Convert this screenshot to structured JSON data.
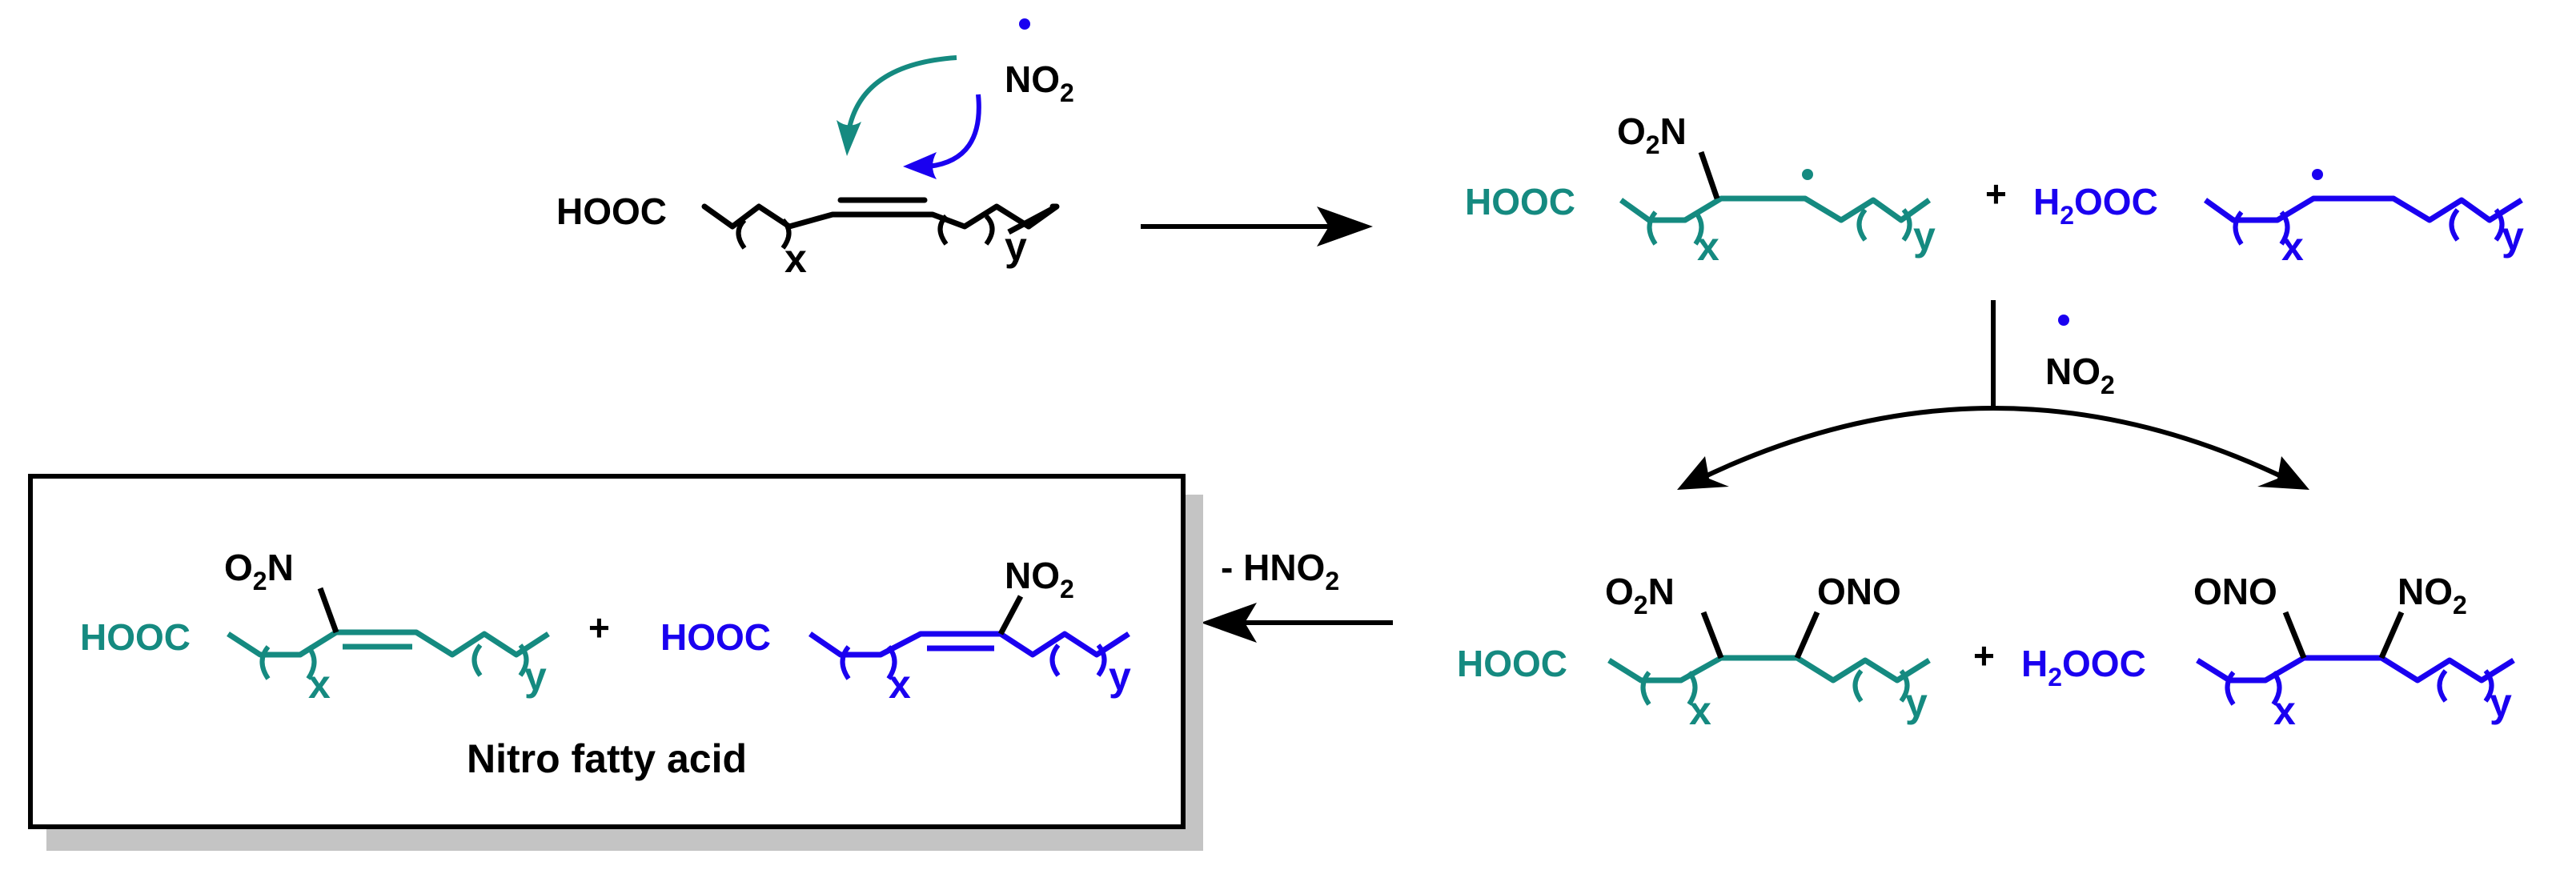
{
  "colors": {
    "black": "#000000",
    "teal": "#158a80",
    "blue": "#1a00f0",
    "shadow": "#c4c4c4"
  },
  "reagent_radical": {
    "main": "NO",
    "sub": "2"
  },
  "start_material": {
    "acid": "HOOC",
    "x": "x",
    "y": "y"
  },
  "radical_teal": {
    "acid": "HOOC",
    "nitro_main": "O",
    "nitro_sub": "2",
    "nitro_tail": "N",
    "x": "x",
    "y": "y"
  },
  "plus": "+",
  "radical_blue": {
    "acid_h": "H",
    "acid_sub": "2",
    "acid_tail": "OOC",
    "x": "x",
    "y": "y"
  },
  "second_radical": {
    "main": "NO",
    "sub": "2"
  },
  "intermediate_teal": {
    "acid": "HOOC",
    "nitro_main": "O",
    "nitro_sub": "2",
    "nitro_tail": "N",
    "nitrite": "ONO",
    "x": "x",
    "y": "y"
  },
  "intermediate_blue": {
    "acid_h": "H",
    "acid_sub": "2",
    "acid_tail": "OOC",
    "nitrite": "ONO",
    "nitro_main": "NO",
    "nitro_sub": "2",
    "x": "x",
    "y": "y"
  },
  "elimination": {
    "prefix": "- HNO",
    "sub": "2"
  },
  "product_teal": {
    "acid": "HOOC",
    "nitro_main": "O",
    "nitro_sub": "2",
    "nitro_tail": "N",
    "x": "x",
    "y": "y"
  },
  "product_blue": {
    "acid": "HOOC",
    "nitro_main": "NO",
    "nitro_sub": "2",
    "x": "x",
    "y": "y"
  },
  "box_title": "Nitro fatty acid"
}
